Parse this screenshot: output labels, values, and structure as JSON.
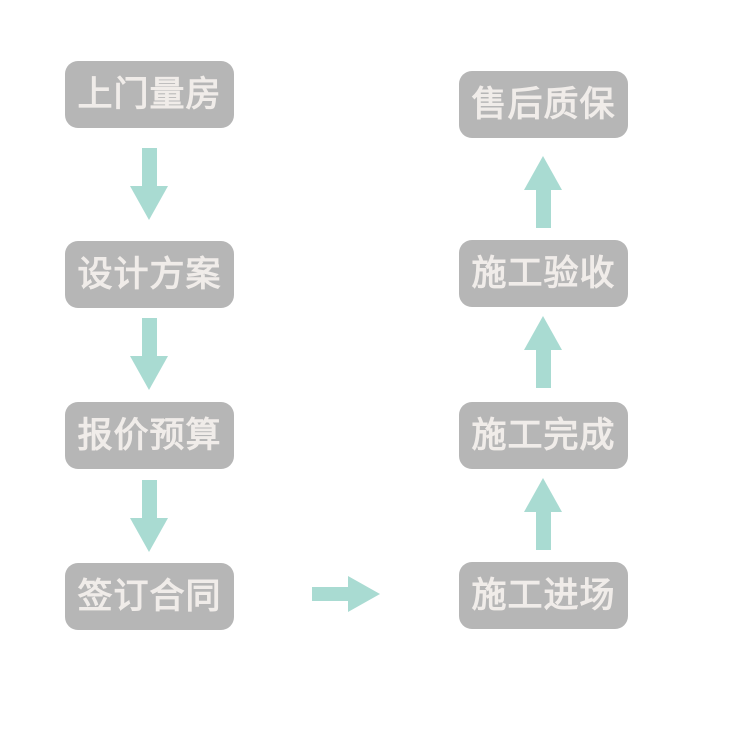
{
  "colors": {
    "background": "#ffffff",
    "node_fill": "#b6b6b6",
    "node_text": "#f0ece9",
    "arrow": "#a9dbd2"
  },
  "flow": {
    "left_column": [
      {
        "label": "上门量房"
      },
      {
        "label": "设计方案"
      },
      {
        "label": "报价预算"
      },
      {
        "label": "签订合同"
      }
    ],
    "right_column": [
      {
        "label": "售后质保"
      },
      {
        "label": "施工验收"
      },
      {
        "label": "施工完成"
      },
      {
        "label": "施工进场"
      }
    ],
    "connections": [
      {
        "from": "上门量房",
        "to": "设计方案",
        "direction": "down"
      },
      {
        "from": "设计方案",
        "to": "报价预算",
        "direction": "down"
      },
      {
        "from": "报价预算",
        "to": "签订合同",
        "direction": "down"
      },
      {
        "from": "签订合同",
        "to": "施工进场",
        "direction": "right"
      },
      {
        "from": "施工进场",
        "to": "施工完成",
        "direction": "up"
      },
      {
        "from": "施工完成",
        "to": "施工验收",
        "direction": "up"
      },
      {
        "from": "施工验收",
        "to": "售后质保",
        "direction": "up"
      }
    ]
  }
}
